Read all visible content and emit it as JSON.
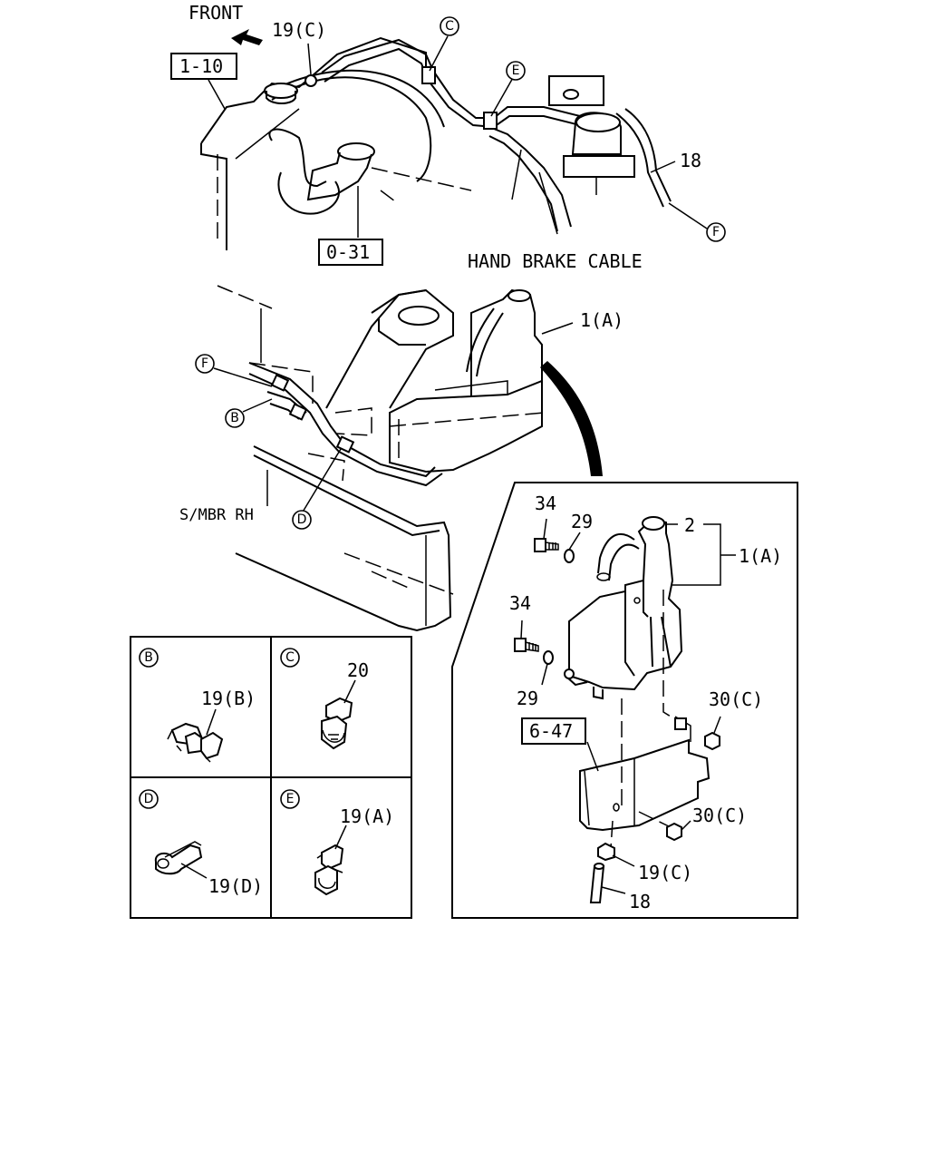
{
  "labels": {
    "front": "FRONT",
    "ref_1_10": "1-10",
    "ref_0_31": "0-31",
    "ref_6_47": "6-47",
    "hand_brake_cable": "HAND BRAKE CABLE",
    "smbr_rh": "S/MBR RH",
    "p19c_top": "19(C)",
    "p18_top": "18",
    "p1a_mid": "1(A)",
    "p34_a": "34",
    "p29_a": "29",
    "p2": "2",
    "p1a_detail": "1(A)",
    "p34_b": "34",
    "p29_b": "29",
    "p30c_a": "30(C)",
    "p30c_b": "30(C)",
    "p19c_detail": "19(C)",
    "p18_detail": "18",
    "p19b": "19(B)",
    "p20": "20",
    "p19d": "19(D)",
    "p19a": "19(A)"
  },
  "callouts": {
    "c_top": "C",
    "e_top": "E",
    "f_top": "F",
    "f_mid": "F",
    "b_mid": "B",
    "d_mid": "D",
    "b_box": "B",
    "c_box": "C",
    "d_box": "D",
    "e_box": "E"
  }
}
